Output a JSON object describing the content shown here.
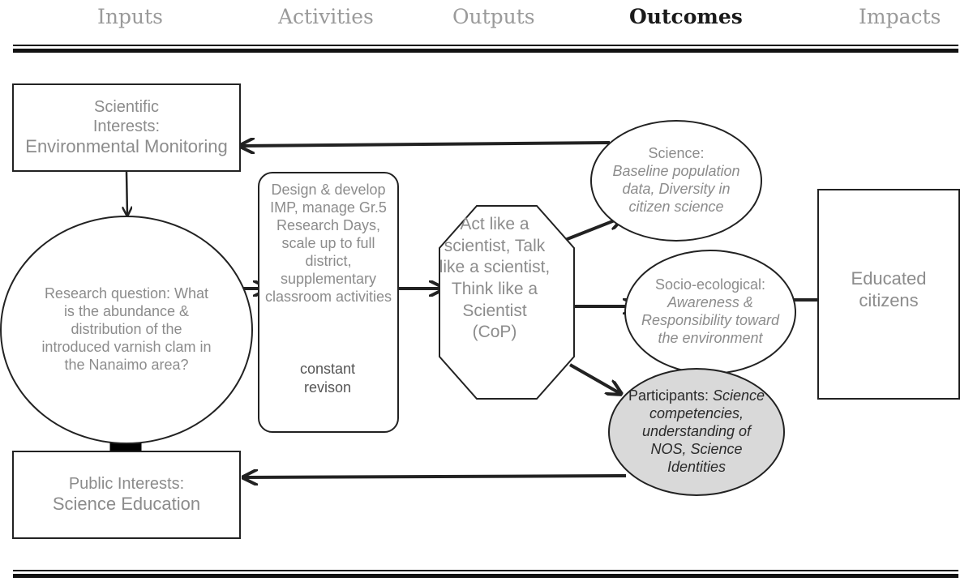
{
  "header": {
    "columns": [
      {
        "label": "Inputs"
      },
      {
        "label": "Activities"
      },
      {
        "label": "Outputs"
      },
      {
        "label": "Outcomes"
      },
      {
        "label": "Impacts"
      }
    ]
  },
  "nodes": {
    "scientific_interests": {
      "line1": "Scientific",
      "line2": "Interests:",
      "line3": "Environmental Monitoring"
    },
    "public_interests": {
      "line1": "Public Interests:",
      "line2": "Science Education"
    },
    "research_question": {
      "text": "Research question: What is the abundance & distribution of the introduced varnish clam in the Nanaimo area?"
    },
    "activities": {
      "text": "Design & develop IMP, manage Gr.5 Research Days, scale up to full district, supplementary classroom activities"
    },
    "cycle": {
      "text": "constant revison"
    },
    "cop": {
      "text": "Act like a scientist, Talk like a scientist, Think like a Scientist (CoP)"
    },
    "science": {
      "title": "Science:",
      "body": "Baseline population data, Diversity in citizen science"
    },
    "socio": {
      "title": "Socio-ecological:",
      "body": "Awareness & Responsibility toward the environment"
    },
    "participants": {
      "title": "Participants:",
      "body": "Science competencies, understanding of NOS, Science Identities"
    },
    "educated": {
      "text": "Educated citizens"
    }
  }
}
